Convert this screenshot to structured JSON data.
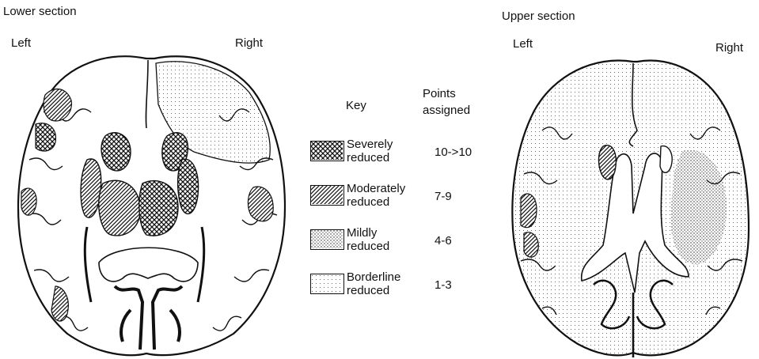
{
  "lower": {
    "title": "Lower section",
    "left_label": "Left",
    "right_label": "Right"
  },
  "upper": {
    "title": "Upper section",
    "left_label": "Left",
    "right_label": "Right"
  },
  "key": {
    "title": "Key",
    "points_header_1": "Points",
    "points_header_2": "assigned",
    "items": [
      {
        "line1": "Severely",
        "line2": "reduced",
        "points": "10->10",
        "pattern": "crosshatch"
      },
      {
        "line1": "Moderately",
        "line2": "reduced",
        "points": "7-9",
        "pattern": "hatch"
      },
      {
        "line1": "Mildly",
        "line2": "reduced",
        "points": "4-6",
        "pattern": "dense-stipple"
      },
      {
        "line1": "Borderline",
        "line2": "reduced",
        "points": "1-3",
        "pattern": "light-stipple"
      }
    ]
  }
}
